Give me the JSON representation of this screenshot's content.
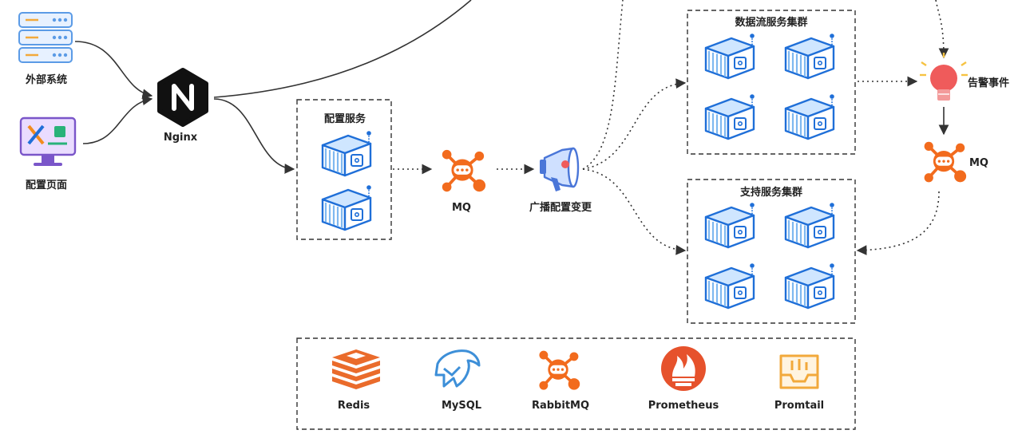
{
  "nodes": {
    "external_system": "外部系统",
    "config_page": "配置页面",
    "nginx": "Nginx",
    "config_service": "配置服务",
    "mq_center": "MQ",
    "broadcast": "广播配置变更",
    "dataflow_cluster": "数据流服务集群",
    "support_cluster": "支持服务集群",
    "alarm_event": "告警事件",
    "mq_right": "MQ"
  },
  "stack": {
    "redis": "Redis",
    "mysql": "MySQL",
    "rabbitmq": "RabbitMQ",
    "prometheus": "Prometheus",
    "promtail": "Promtail"
  },
  "colors": {
    "server_blue": "#1f6fd8",
    "server_light": "#cfe6ff",
    "server_stripe": "#7fb8f0",
    "mq_orange": "#f26b1d",
    "redis_orange": "#ea6b2b",
    "prometheus_orange": "#e6522c",
    "promtail_yellow": "#f2a93b",
    "mysql_blue": "#3d8fd8",
    "bulb_red": "#ef5b5b",
    "bulb_yellow": "#f6c342",
    "nginx_black": "#111111"
  }
}
